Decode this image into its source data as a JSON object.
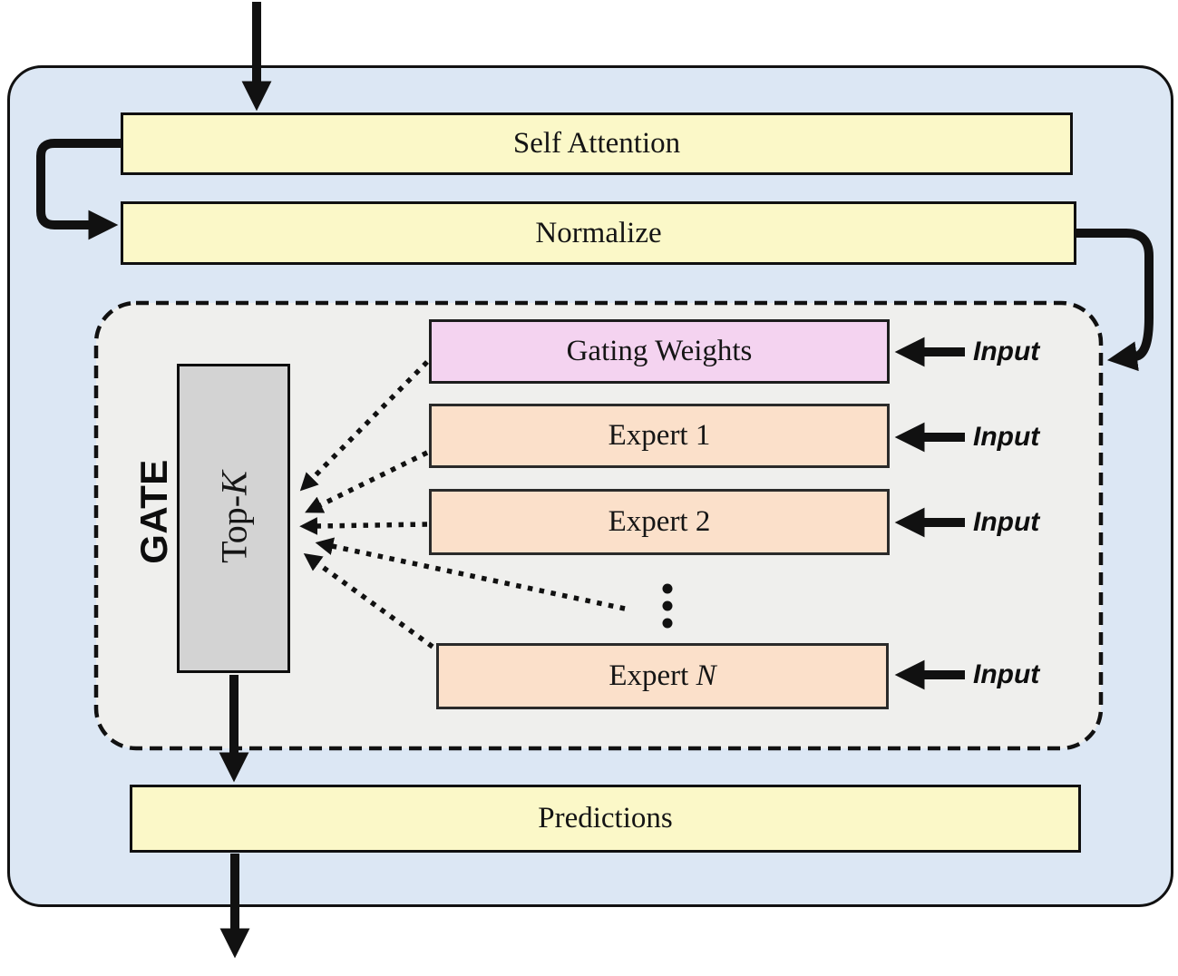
{
  "blocks": {
    "self_attention": {
      "label": "Self Attention"
    },
    "normalize": {
      "label": "Normalize"
    },
    "predictions": {
      "label": "Predictions"
    },
    "moe": {
      "gate_label": "GATE",
      "top_k": {
        "prefix": "Top-",
        "variable": "K"
      },
      "gating_weights": {
        "label": "Gating Weights"
      },
      "experts": [
        {
          "label": "Expert 1"
        },
        {
          "label": "Expert 2"
        },
        {
          "label_prefix": "Expert ",
          "variable": "N"
        }
      ],
      "input_label": "Input"
    }
  },
  "colors": {
    "container_blue": "#dce7f4",
    "box_yellow": "#fbf8c8",
    "moe_gray": "#efefed",
    "gating_pink": "#f4d3f0",
    "expert_peach": "#fbe0ca",
    "topk_gray": "#d3d3d3",
    "arrow": "#111111"
  }
}
